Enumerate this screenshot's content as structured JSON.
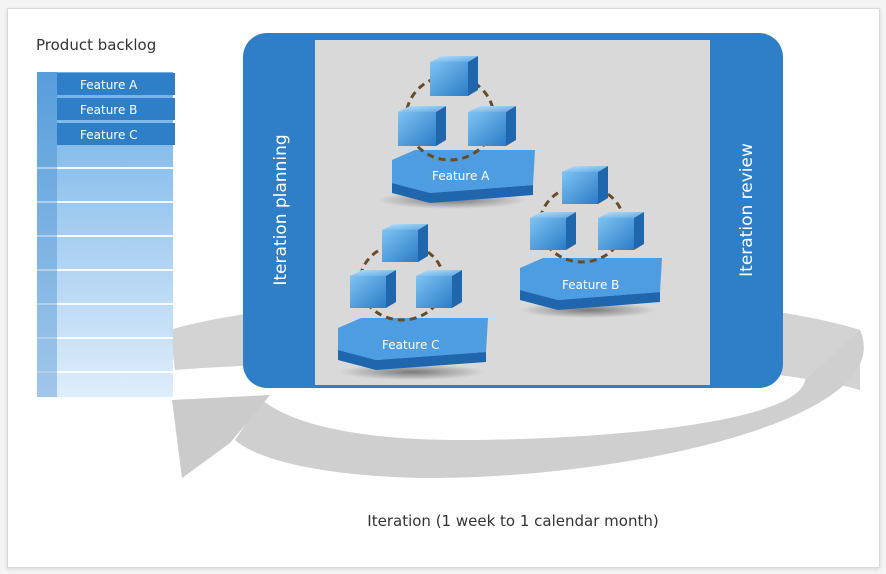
{
  "backlog": {
    "title": "Product backlog",
    "items": [
      "Feature A",
      "Feature B",
      "Feature C"
    ]
  },
  "phases": {
    "planning": "Iteration planning",
    "review": "Iteration review"
  },
  "features": {
    "a": "Feature A",
    "b": "Feature B",
    "c": "Feature C"
  },
  "caption": "Iteration (1 week to 1 calendar month)",
  "colors": {
    "blue": "#2f7fc8",
    "blue_dark": "#1f66ad",
    "panel": "#d9d9d9",
    "arrow": "#c8c8c8"
  }
}
